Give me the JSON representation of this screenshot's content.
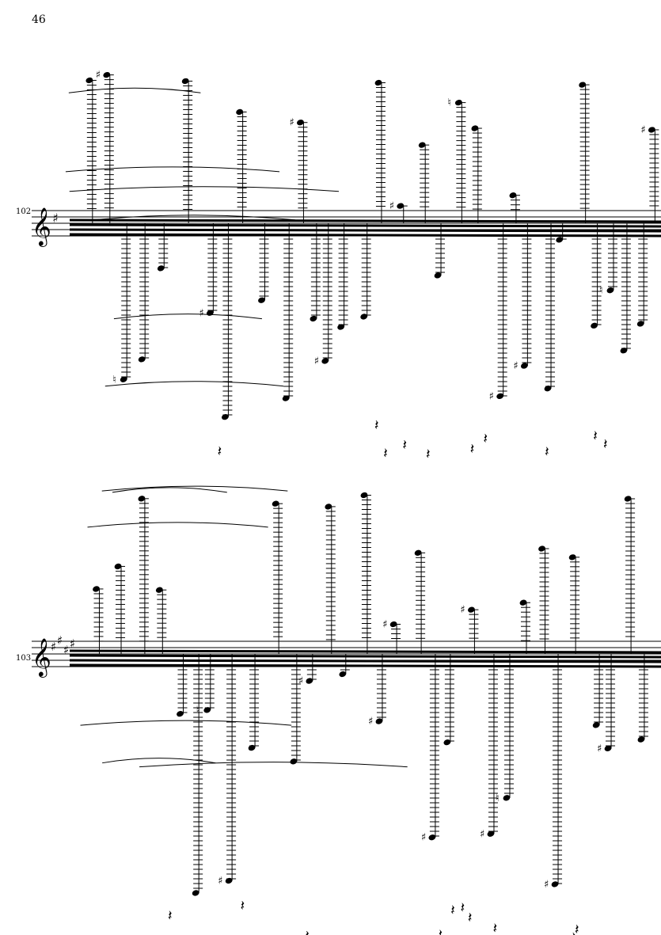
{
  "page": {
    "number": "46"
  },
  "systems": [
    {
      "measure_number": "102",
      "clef": "treble",
      "key_signature": "1 sharp"
    },
    {
      "measure_number": "103",
      "clef": "treble",
      "key_signature": "4 sharps"
    }
  ],
  "glyphs": {
    "sharp": "♯",
    "natural": "♮",
    "rest": "𝄽"
  }
}
